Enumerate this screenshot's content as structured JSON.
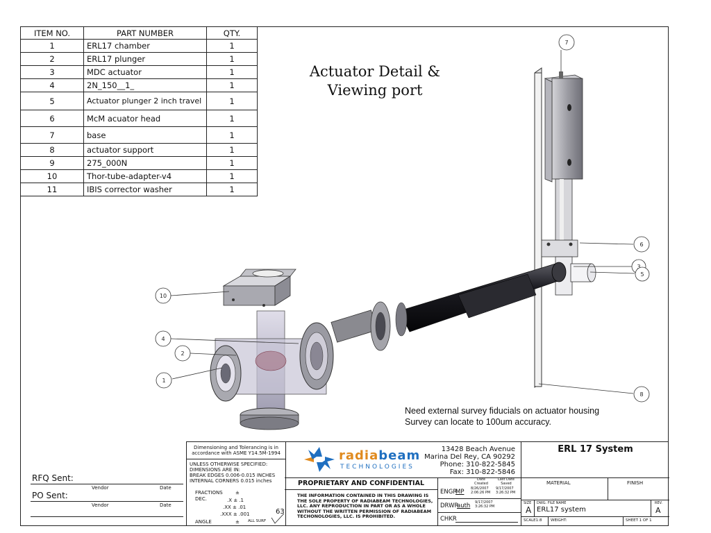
{
  "bom": {
    "headers": [
      "ITEM NO.",
      "PART NUMBER",
      "QTY."
    ],
    "rows": [
      {
        "item": "1",
        "part": "ERL17 chamber",
        "qty": "1"
      },
      {
        "item": "2",
        "part": "ERL17 plunger",
        "qty": "1"
      },
      {
        "item": "3",
        "part": "MDC actuator",
        "qty": "1"
      },
      {
        "item": "4",
        "part": "2N_150__1_",
        "qty": "1"
      },
      {
        "item": "5",
        "part": "Actuator plunger 2 inch travel",
        "qty": "1"
      },
      {
        "item": "6",
        "part": "McM acuator head",
        "qty": "1"
      },
      {
        "item": "7",
        "part": "base",
        "qty": "1"
      },
      {
        "item": "8",
        "part": "actuator support",
        "qty": "1"
      },
      {
        "item": "9",
        "part": "275_000N",
        "qty": "1"
      },
      {
        "item": "10",
        "part": "Thor-tube-adapter-v4",
        "qty": "1"
      },
      {
        "item": "11",
        "part": "IBIS corrector washer",
        "qty": "1"
      }
    ]
  },
  "drawing": {
    "title_line1": "Actuator Detail &",
    "title_line2": "Viewing port",
    "note_line1": "Need external survey fiducials on actuator housing",
    "note_line2": "Survey can locate to 100um accuracy.",
    "callouts": [
      "7",
      "6",
      "3",
      "5",
      "10",
      "4",
      "2",
      "1",
      "8"
    ],
    "colors": {
      "actuator": "#9a9aa2",
      "tube": "#1a1a1f",
      "chamber": "#b9b6c8",
      "flange": "#6f6f78"
    }
  },
  "left_block": {
    "rfq_label": "RFQ Sent:",
    "po_label": "PO Sent:",
    "vendor": "Vendor",
    "date": "Date"
  },
  "tolerance": {
    "line1": "Dimensioning and Tolerancing is in",
    "line2": "accordance with ASME Y14.5M-1994",
    "unless": "UNLESS OTHERWISE SPECIFIED:",
    "dims": "DIMENSIONS ARE IN:",
    "break": "BREAK EDGES  0.006-0.015 INCHES",
    "corners": "INTERNAL CORNERS  0.015 inches",
    "fractions": "FRACTIONS",
    "dec": "DEC.",
    "x": ".X ± .1",
    "xx": ".XX ± .01",
    "xxx": ".XXX ± .001",
    "angle": "ANGLE",
    "pm": "±",
    "all_surf": "ALL SURF",
    "surface": "63"
  },
  "company": {
    "name_a": "radia",
    "name_b": "beam",
    "sub": "TECHNOLOGIES",
    "address1": "13428 Beach Avenue",
    "address2": "Marina Del Rey, CA 90292",
    "phone": "Phone: 310-822-5845",
    "fax": "Fax: 310-822-5846",
    "prop_title": "PROPRIETARY AND CONFIDENTIAL",
    "prop_body": "THE INFORMATION CONTAINED IN THIS DRAWING IS THE SOLE PROPERTY OF RADIABEAM TECHNOLOGIES, LLC.  ANY REPRODUCTION IN PART OR AS A WHOLE WITHOUT THE WRITTEN PERMISSION OF RADIABEAM TECHONOLOGIES, LLC. IS PROHIBITED.",
    "brand_color": "#1f6fc0",
    "accent_color": "#e08a1e"
  },
  "signoff": {
    "date_created_hdr": "Date Created",
    "last_saved_hdr": "Last Date Saved",
    "engr": "ENGR",
    "engr_name": "MP",
    "engr_created": "8/26/2007 2:06:26 PM",
    "engr_saved": "9/17/2007 3:26:32 PM",
    "drwr": "DRWR",
    "drwr_name": "auth",
    "drwr_date": "9/17/2007 3:26:32 PM",
    "chkr": "CHKR"
  },
  "titleblock": {
    "title": "ERL 17 System",
    "material": "MATERIAL",
    "finish": "FINISH",
    "size_label": "SIZE",
    "size": "A",
    "dwg_label": "DWG. FILE NAME",
    "dwg_name": "ERL17 system",
    "rev_label": "REV.",
    "rev": "A",
    "scale": "SCALE1:8",
    "weight": "WEIGHT:",
    "sheet": "SHEET 1 OF 1"
  }
}
